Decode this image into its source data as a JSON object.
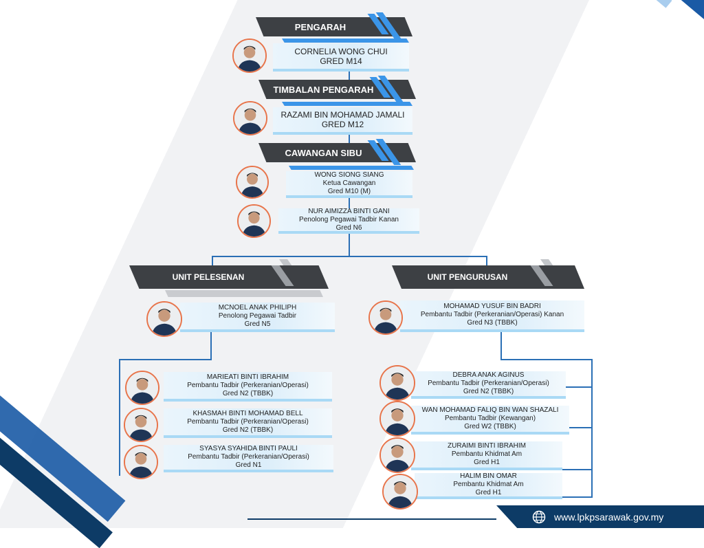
{
  "pengarah": {
    "title": "PENGARAH",
    "name": "CORNELIA WONG CHUI",
    "grade": "GRED M14"
  },
  "timbalan": {
    "title": "TIMBALAN PENGARAH",
    "name": "RAZAMI BIN MOHAMAD JAMALI",
    "grade": "GRED M12"
  },
  "cawangan": {
    "title": "CAWANGAN SIBU",
    "staff": [
      {
        "name": "WONG SIONG SIANG",
        "role": "Ketua Cawangan",
        "grade": "Gred M10 (M)"
      },
      {
        "name": "NUR AIMIZZA BINTI GANI",
        "role": "Penolong Pegawai Tadbir Kanan",
        "grade": "Gred N6"
      }
    ]
  },
  "pelesenan": {
    "title": "UNIT PELESENAN",
    "head": {
      "name": "MCNOEL ANAK PHILIPH",
      "role": "Penolong Pegawai Tadbir",
      "grade": "Gred N5"
    },
    "staff": [
      {
        "name": "MARIEATI BINTI IBRAHIM",
        "role": "Pembantu Tadbir (Perkeranian/Operasi)",
        "grade": "Gred N2 (TBBK)"
      },
      {
        "name": "KHASMAH BINTI MOHAMAD BELL",
        "role": "Pembantu Tadbir (Perkeranian/Operasi)",
        "grade": "Gred N2 (TBBK)"
      },
      {
        "name": "SYASYA SYAHIDA BINTI PAULI",
        "role": "Pembantu Tadbir (Perkeranian/Operasi)",
        "grade": "Gred N1"
      }
    ]
  },
  "pengurusan": {
    "title": "UNIT PENGURUSAN",
    "head": {
      "name": "MOHAMAD YUSUF BIN BADRI",
      "role": "Pembantu Tadbir (Perkeranian/Operasi) Kanan",
      "grade": "Gred N3 (TBBK)"
    },
    "staff": [
      {
        "name": "DEBRA ANAK AGINUS",
        "role": "Pembantu Tadbir (Perkeranian/Operasi)",
        "grade": "Gred N2 (TBBK)"
      },
      {
        "name": "WAN MOHAMAD FALIQ BIN WAN SHAZALI",
        "role": "Pembantu Tadbir (Kewangan)",
        "grade": "Gred W2 (TBBK)"
      },
      {
        "name": "ZURAIMI BINTI IBRAHIM",
        "role": "Pembantu Khidmat Am",
        "grade": "Gred H1"
      },
      {
        "name": "HALIM BIN OMAR",
        "role": "Pembantu Khidmat Am",
        "grade": "Gred H1"
      }
    ]
  },
  "footer": {
    "website": "www.lpkpsarawak.gov.my",
    "icon": "globe-icon"
  },
  "colors": {
    "header": "#3d4044",
    "accent": "#3b95e8",
    "avatar_border": "#e8744a",
    "footer": "#0d3b66"
  }
}
